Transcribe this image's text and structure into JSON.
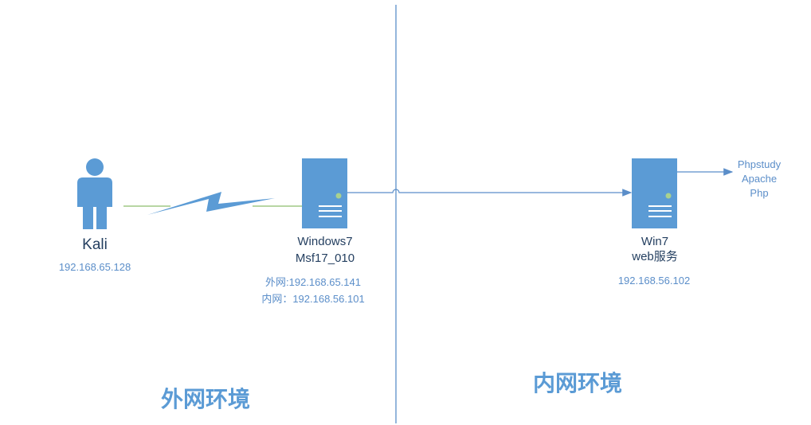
{
  "colors": {
    "accent": "#5b9bd5",
    "link": "#70ad47",
    "text": "#243f60",
    "ip": "#5b8ec9"
  },
  "nodes": {
    "kali": {
      "name": "Kali",
      "ip": "192.168.65.128",
      "icon": "person-icon"
    },
    "pivot": {
      "name_line1": "Windows7",
      "name_line2": "Msf17_010",
      "ip_outer": "外网:192.168.65.141",
      "ip_inner": "内网：192.168.56.101",
      "icon": "server-icon"
    },
    "web": {
      "name_line1": "Win7",
      "name_line2": "web服务",
      "ip": "192.168.56.102",
      "icon": "server-icon"
    }
  },
  "services": [
    "Phpstudy",
    "Apache",
    "Php"
  ],
  "zones": {
    "outer": "外网环境",
    "inner": "内网环境"
  }
}
